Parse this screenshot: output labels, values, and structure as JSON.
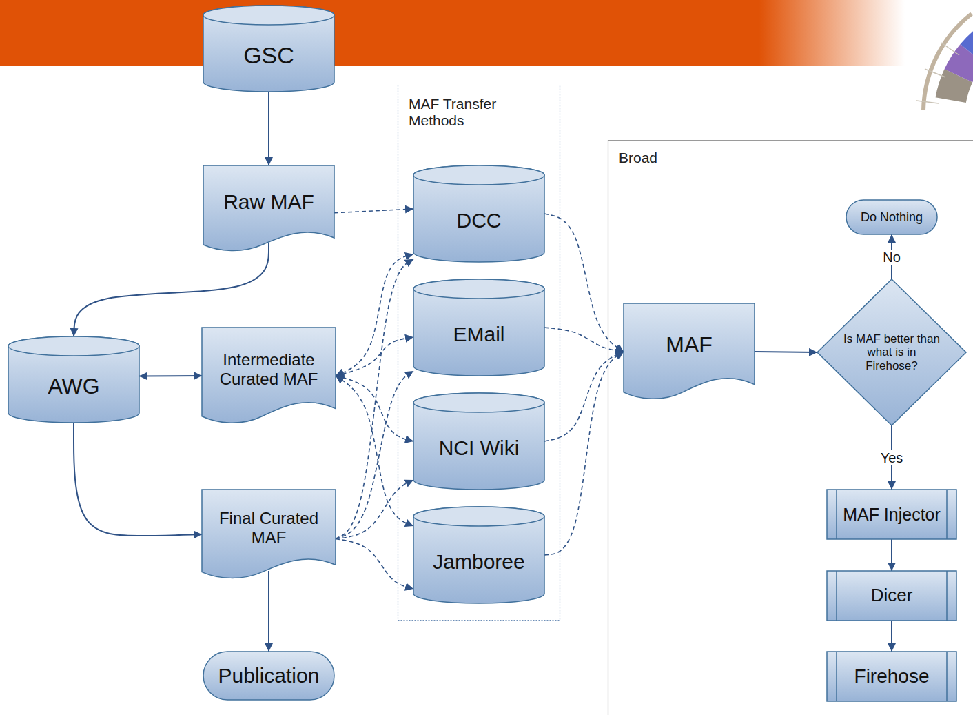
{
  "diagram": {
    "nodes": [
      {
        "text": [
          "GSC"
        ]
      },
      {
        "text": [
          "Raw MAF"
        ]
      },
      {
        "text": [
          "MAF Transfer Methods"
        ]
      },
      {
        "text": [
          "DCC"
        ],
        "in": 2
      },
      {
        "text": [
          "EMail"
        ],
        "in": 2
      },
      {
        "text": [
          "NCI Wiki"
        ],
        "in": 2
      },
      {
        "text": [
          "Jamboree"
        ],
        "in": 2
      },
      {
        "text": [
          "AWG"
        ]
      },
      {
        "text": [
          "Intermediate Curated MAF"
        ]
      },
      {
        "text": [
          "Final Curated MAF"
        ]
      },
      {
        "text": [
          "Publication"
        ]
      },
      {
        "text": [
          "Broad"
        ]
      },
      {
        "text": [
          "MAF"
        ],
        "in": 11
      },
      {
        "text": [
          "Is MAF better than what is in Firehose?"
        ],
        "in": 11
      },
      {
        "text": [
          "Do Nothing"
        ],
        "in": 11
      },
      {
        "text": [
          "MAF Injector"
        ],
        "in": 11
      },
      {
        "text": [
          "Dicer"
        ],
        "in": 11
      },
      {
        "text": [
          "Firehose"
        ],
        "in": 11
      }
    ],
    "edges": [
      {
        "from": 0,
        "to": 1,
        "arrow": "to"
      },
      {
        "from": 1,
        "to": 3,
        "arrow": "to"
      },
      {
        "from": 1,
        "to": 7,
        "arrow": "to"
      },
      {
        "from": 7,
        "to": 8,
        "arrow": "both"
      },
      {
        "from": 7,
        "to": 9,
        "arrow": "to"
      },
      {
        "from": 9,
        "to": 10,
        "arrow": "to"
      },
      {
        "from": 8,
        "to": 3,
        "arrow": "both"
      },
      {
        "from": 8,
        "to": 4,
        "arrow": "both"
      },
      {
        "from": 8,
        "to": 5,
        "arrow": "both"
      },
      {
        "from": 8,
        "to": 6,
        "arrow": "both"
      },
      {
        "from": 9,
        "to": 3,
        "arrow": "to"
      },
      {
        "from": 9,
        "to": 4,
        "arrow": "to"
      },
      {
        "from": 9,
        "to": 5,
        "arrow": "to"
      },
      {
        "from": 9,
        "to": 6,
        "arrow": "to"
      },
      {
        "from": 3,
        "to": 12,
        "arrow": "to"
      },
      {
        "from": 4,
        "to": 12,
        "arrow": "to"
      },
      {
        "from": 5,
        "to": 12,
        "arrow": "to"
      },
      {
        "from": 6,
        "to": 12,
        "arrow": "to"
      },
      {
        "from": 12,
        "to": 13,
        "arrow": "to"
      },
      {
        "from": 13,
        "to": 14,
        "label": "No",
        "arrow": "to"
      },
      {
        "from": 13,
        "to": 15,
        "label": "Yes",
        "arrow": "to"
      },
      {
        "from": 15,
        "to": 16,
        "arrow": "to"
      },
      {
        "from": 16,
        "to": 17,
        "arrow": "to"
      }
    ]
  }
}
